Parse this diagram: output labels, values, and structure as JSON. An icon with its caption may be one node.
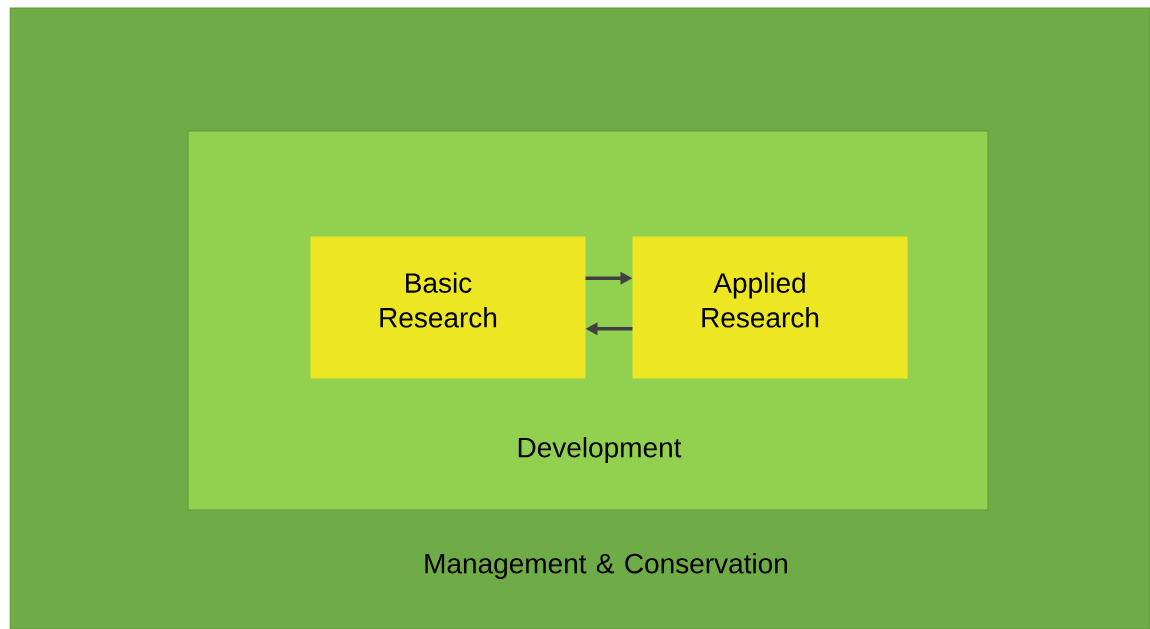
{
  "diagram": {
    "nodes": [
      {
        "text": [
          "Management & Conservation"
        ]
      },
      {
        "text": [
          "Development"
        ],
        "in": 0
      },
      {
        "text": [
          "Basic Research"
        ],
        "in": 1
      },
      {
        "text": [
          "Applied Research"
        ],
        "in": 1
      }
    ],
    "edges": [
      {
        "from": 2,
        "to": 3,
        "arrow": "to"
      },
      {
        "from": 3,
        "to": 2,
        "arrow": "to"
      }
    ]
  }
}
